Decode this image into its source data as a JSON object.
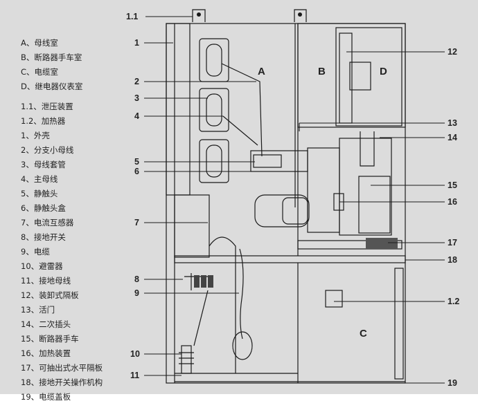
{
  "legend": {
    "compartments": [
      {
        "text": "A、母线室"
      },
      {
        "text": "B、断路器手车室"
      },
      {
        "text": "C、电缆室"
      },
      {
        "text": "D、继电器仪表室"
      }
    ],
    "parts": [
      {
        "text": "1.1、泄压装置"
      },
      {
        "text": "1.2、加热器"
      },
      {
        "text": "1、外壳"
      },
      {
        "text": "2、分支小母线"
      },
      {
        "text": "3、母线套管"
      },
      {
        "text": "4、主母线"
      },
      {
        "text": "5、静触头"
      },
      {
        "text": "6、静触头盒"
      },
      {
        "text": "7、电流互感器"
      },
      {
        "text": "8、接地开关"
      },
      {
        "text": "9、电缆"
      },
      {
        "text": "10、避雷器"
      },
      {
        "text": "11、接地母线"
      },
      {
        "text": "12、装卸式隔板"
      },
      {
        "text": "13、活门"
      },
      {
        "text": "14、二次插头"
      },
      {
        "text": "15、断路器手车"
      },
      {
        "text": "16、加热装置"
      },
      {
        "text": "17、可抽出式水平隔板"
      },
      {
        "text": "18、接地开关操作机构"
      },
      {
        "text": "19、电缆盖板"
      }
    ]
  },
  "rooms": {
    "a": "A",
    "b": "B",
    "c": "C",
    "d": "D"
  },
  "callouts": {
    "c1_1": "1.1",
    "c1": "1",
    "c2": "2",
    "c3": "3",
    "c4": "4",
    "c5": "5",
    "c6": "6",
    "c7": "7",
    "c8": "8",
    "c9": "9",
    "c10": "10",
    "c11": "11",
    "c12": "12",
    "c13": "13",
    "c14": "14",
    "c15": "15",
    "c16": "16",
    "c17": "17",
    "c18": "18",
    "c1_2": "1.2",
    "c19": "19"
  },
  "colors": {
    "background": "#dcdcdc",
    "line": "#1a1a1a",
    "panel": "#e9e9e9"
  }
}
